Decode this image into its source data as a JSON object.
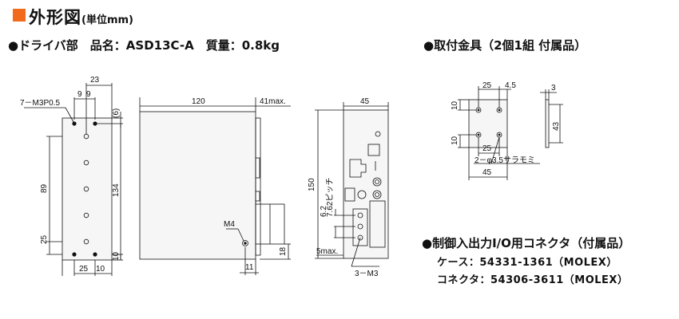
{
  "title": {
    "main": "外形図",
    "unit": "(単位mm)"
  },
  "driver": {
    "heading": "●ドライバ部　品名：ASD13C-A　質量：0.8kg",
    "dims": {
      "d23": "23",
      "d9a": "9",
      "d9b": "9",
      "d6": "(6)",
      "hole": "7－M3P0.5",
      "d89": "89",
      "d134": "134",
      "d25v": "25",
      "d10v": "10",
      "d25h": "25",
      "d10h": "10",
      "d120": "120",
      "d41": "41max.",
      "m4": "M4",
      "d18": "18",
      "d11": "11",
      "d45": "45",
      "d150": "150",
      "pitch": "7.62ピッチ",
      "d62": "6.2",
      "d5": "5max.",
      "m3": "3－M3"
    }
  },
  "bracket": {
    "heading": "●取付金具（2個1組 付属品）",
    "dims": {
      "d25top": "25",
      "d45r": "4.5",
      "d10a": "10",
      "d10b": "10",
      "d25mid": "25",
      "hole": "2－φ3.5サラモミ",
      "d45": "45",
      "d3": "3",
      "d43": "43"
    }
  },
  "connector": {
    "heading": "●制御入出力I/O用コネクタ（付属品）",
    "case": "ケース：54331-1361（MOLEX）",
    "body": "コネクタ：54306-3611（MOLEX）"
  }
}
